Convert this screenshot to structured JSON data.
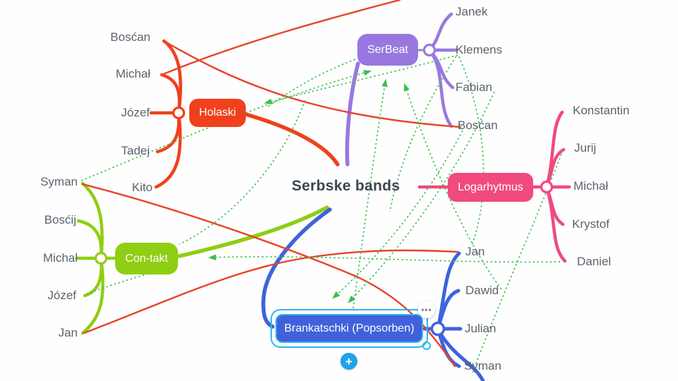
{
  "root": {
    "label": "Serbske bands"
  },
  "bands": {
    "holaski": {
      "label": "Holaski",
      "color": "#f0401c",
      "members": [
        "Bosćan",
        "Michał",
        "Józef",
        "Tadej",
        "Kito"
      ]
    },
    "serbeat": {
      "label": "SerBeat",
      "color": "#9878e0",
      "members": [
        "Janek",
        "Klemens",
        "Fabian",
        "Bosćan"
      ]
    },
    "logarhytmus": {
      "label": "Logarhytmus",
      "color": "#f04a7e",
      "members": [
        "Konstantin",
        "Jurij",
        "Michał",
        "Krystof",
        "Daniel"
      ]
    },
    "contakt": {
      "label": "Con-takt",
      "color": "#8fce13",
      "members": [
        "Syman",
        "Bosćij",
        "Michał",
        "Józef",
        "Jan"
      ]
    },
    "brankatschki": {
      "label": "Brankatschki (Popsorben)",
      "color": "#4160db",
      "selected": true,
      "selection_color": "#2fb5f0",
      "members": [
        "Jan",
        "Dawid",
        "Julian",
        "Syman"
      ]
    }
  },
  "selected_node_controls": {
    "menu_label": "•••",
    "add_child_label": "+"
  },
  "colors": {
    "member_text": "#5a646e",
    "root_text": "#3a4750",
    "relationship_line": "#e8432a",
    "crosslink_line": "#44c352",
    "connector_fill": "#ffffff",
    "serbeat_stub": "#8b93a3"
  }
}
